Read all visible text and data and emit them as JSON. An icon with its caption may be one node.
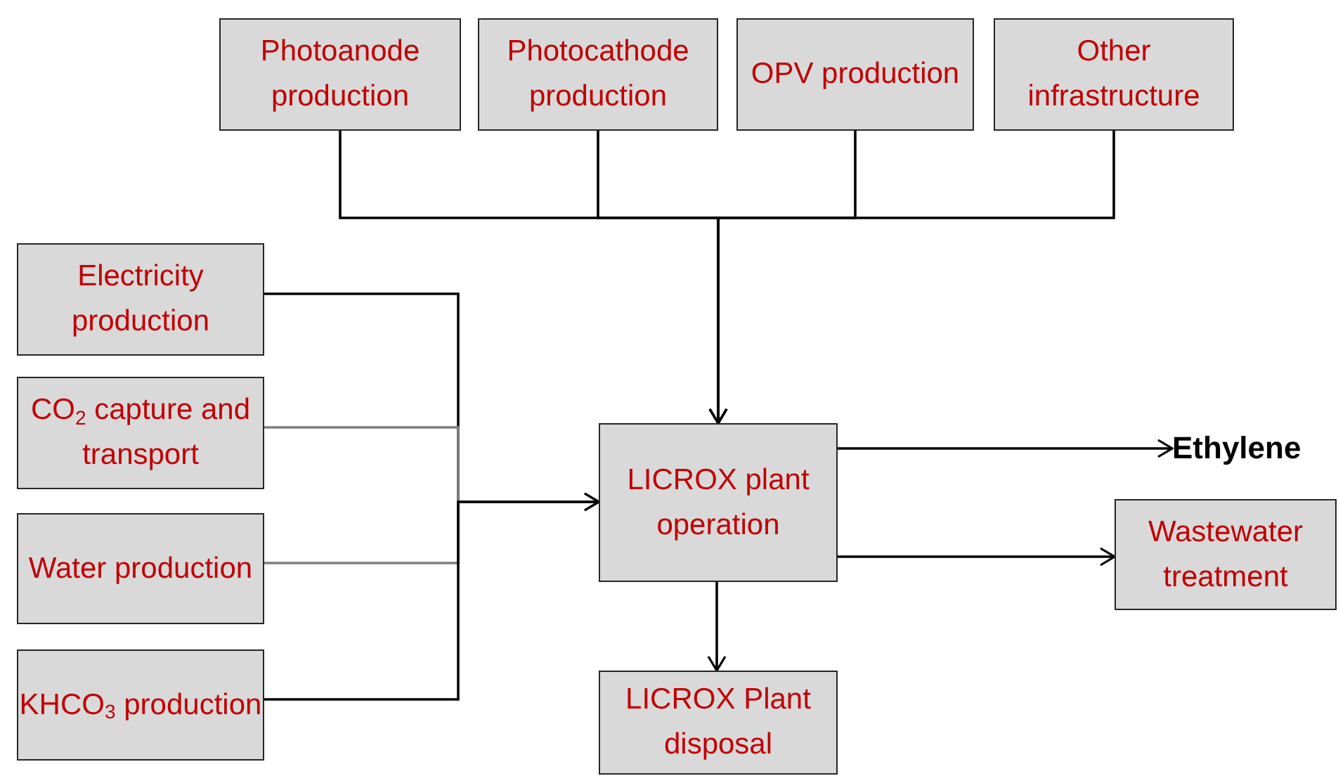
{
  "diagram": {
    "nodes": [
      {
        "text": [
          "Photoanode production"
        ]
      },
      {
        "text": [
          "Photocathode production"
        ]
      },
      {
        "text": [
          "OPV production"
        ]
      },
      {
        "text": [
          "Other infrastructure"
        ]
      },
      {
        "text": [
          "Electricity production"
        ]
      },
      {
        "text": [
          "CO$_{2}$ capture and transport"
        ]
      },
      {
        "text": [
          "Water production"
        ]
      },
      {
        "text": [
          "KHCO$_{3}$ production"
        ]
      },
      {
        "text": [
          "LICROX plant operation"
        ]
      },
      {
        "text": [
          "Ethylene"
        ]
      },
      {
        "text": [
          "Wastewater treatment"
        ]
      },
      {
        "text": [
          "LICROX Plant disposal"
        ]
      }
    ],
    "edges": [
      {
        "from": 0,
        "to": 8,
        "arrow": "to"
      },
      {
        "from": 1,
        "to": 8,
        "arrow": "to"
      },
      {
        "from": 2,
        "to": 8,
        "arrow": "to"
      },
      {
        "from": 3,
        "to": 8,
        "arrow": "to"
      },
      {
        "from": 4,
        "to": 8,
        "arrow": "to"
      },
      {
        "from": 5,
        "to": 8,
        "arrow": "to",
        "color": "#7f7f7f"
      },
      {
        "from": 6,
        "to": 8,
        "arrow": "to",
        "color": "#7f7f7f"
      },
      {
        "from": 7,
        "to": 8,
        "arrow": "to"
      },
      {
        "from": 8,
        "to": 9,
        "arrow": "to"
      },
      {
        "from": 8,
        "to": 10,
        "arrow": "to"
      },
      {
        "from": 8,
        "to": 11,
        "arrow": "to"
      }
    ]
  }
}
